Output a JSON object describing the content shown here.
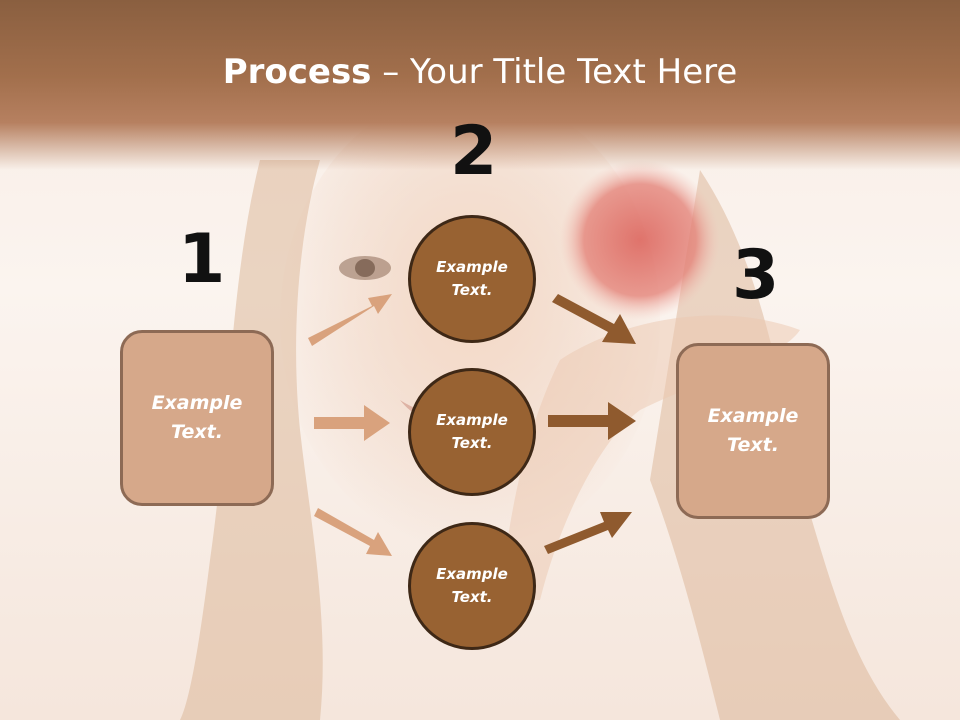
{
  "title": {
    "bold": "Process",
    "rest": " – Your Title Text Here"
  },
  "steps": {
    "one": "1",
    "two": "2",
    "three": "3"
  },
  "left_box": {
    "label": "Example\nText."
  },
  "right_box": {
    "label": "Example\nText."
  },
  "circles": [
    {
      "label": "Example\nText."
    },
    {
      "label": "Example\nText."
    },
    {
      "label": "Example\nText."
    }
  ],
  "colors": {
    "header": "#a26f4c",
    "box_fill": "#d6a88a",
    "circle_fill": "#986232",
    "arrow_light": "#d9a27d",
    "arrow_dark": "#8f5a2e"
  }
}
